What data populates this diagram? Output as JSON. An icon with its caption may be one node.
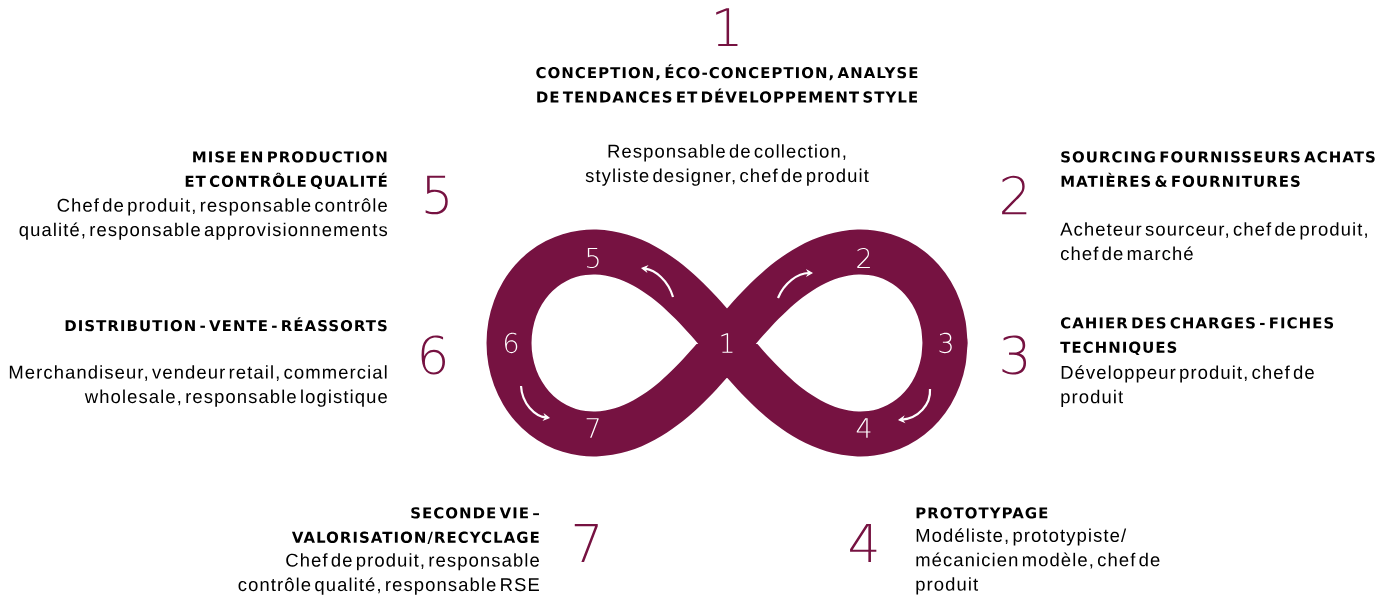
{
  "diagram": {
    "labels": [
      "1",
      "CONCEPTION, ÉCO-CONCEPTION, ANALYSE DE TENDANCES ET DÉVELOPPEMENT STYLE",
      "MISE EN PRODUCTION ET CONTRÔLE QUALITÉ",
      "Chef de produit, responsable contrôle qualité, responsable approvisionnements",
      "5",
      "Responsable de collection, styliste designer, chef de produit",
      "2",
      "SOURCING FOURNISSEURS ACHATS MATIÈRES & FOURNITURES",
      "Acheteur sourceur, chef de produit, chef de marché",
      "5",
      "2",
      "DISTRIBUTION - VENTE - RÉASSORTS",
      "Merchandiseur, vendeur retail, commercial wholesale, responsable logistique",
      "6",
      "6",
      "1",
      "3",
      "3",
      "CAHIER DES CHARGES - FICHES TECHNIQUES",
      "Développeur produit, chef de produit",
      "7",
      "4",
      "SECONDE VIE – VALORISATION/RECYCLAGE",
      "Chef de produit, responsable contrôle qualité, responsable RSE",
      "7",
      "4",
      "PROTOTYPAGE",
      "Modéliste, prototypiste/ mécanicien modèle, chef de produit"
    ]
  }
}
